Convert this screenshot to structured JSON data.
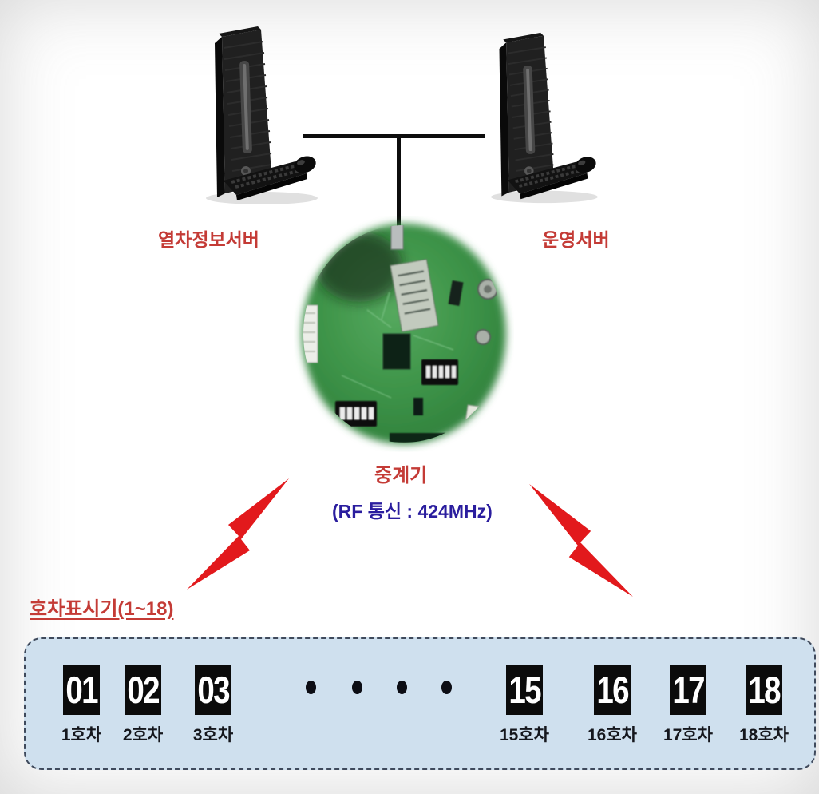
{
  "diagram": {
    "server_left_label": "열차정보서버",
    "server_right_label": "운영서버",
    "repeater_label": "중계기",
    "rf_label": "(RF 통신 : 424MHz)",
    "indicator_title": "호차표시기(1~18)",
    "displays": [
      {
        "number": "01",
        "label": "1호차"
      },
      {
        "number": "02",
        "label": "2호차"
      },
      {
        "number": "03",
        "label": "3호차"
      },
      {
        "number": "15",
        "label": "15호차"
      },
      {
        "number": "16",
        "label": "16호차"
      },
      {
        "number": "17",
        "label": "17호차"
      },
      {
        "number": "18",
        "label": "18호차"
      }
    ],
    "ellipsis_dots": 4,
    "icons": {
      "server_computer": "black-tower-pc-with-keyboard-and-mouse",
      "repeater": "green-circuit-board-photo-in-circle",
      "rf_link": "red-lightning-bolt",
      "wired_link": "black-t-shaped-line"
    },
    "colors": {
      "label_red": "#c43b36",
      "rf_blue": "#2a1d9e",
      "panel_bg": "#cfe0ee",
      "panel_border": "#3f4a5c",
      "display_bg": "#0b0b0b",
      "display_text": "#ffffff",
      "bolt_red": "#e2191c",
      "line_black": "#0d0d0d",
      "car_label_black": "#15171d",
      "pcb_green": "#3c9247"
    }
  }
}
